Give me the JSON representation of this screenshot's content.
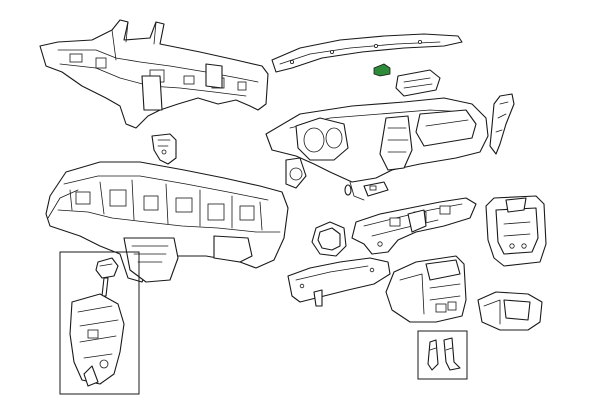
{
  "diagram": {
    "type": "exploded-parts-illustration",
    "line_color": "#1a1a1a",
    "background": "#ffffff",
    "highlight_color": "#2e8b3a",
    "parts": [
      "upper-cross-car-beam",
      "reinforcement-bracket",
      "lower-cross-car-beam",
      "shifter-assembly",
      "dash-top-trim-strip",
      "highlighted-clip",
      "speaker-grille",
      "instrument-panel",
      "side-end-cap",
      "small-knob",
      "small-switch",
      "steering-column-shroud",
      "center-support-structure",
      "center-bezel-frame",
      "lower-trim-panel",
      "center-console-stack",
      "storage-bin",
      "support-brackets"
    ]
  }
}
